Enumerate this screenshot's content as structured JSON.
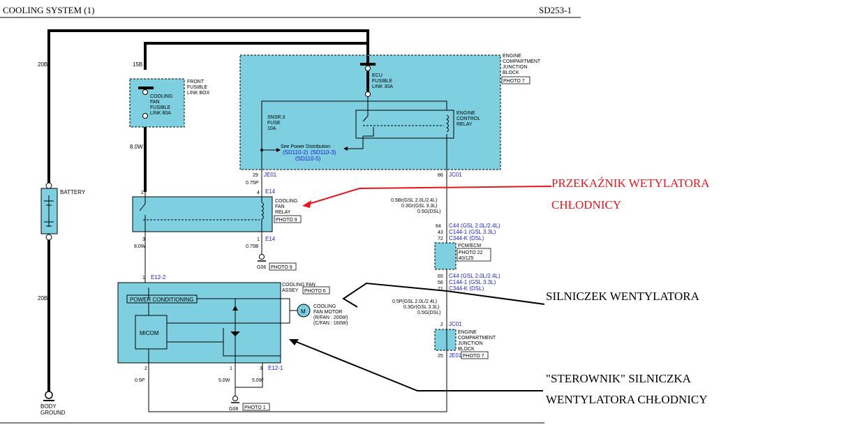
{
  "header": {
    "title": "COOLING SYSTEM (1)",
    "code": "SD253-1"
  },
  "battery": {
    "label": "BATTERY",
    "wire_top": "20B",
    "wire_bottom": "20B"
  },
  "body_ground": {
    "line1": "BODY",
    "line2": "GROUND"
  },
  "front_fusible": {
    "box_line1": "FRONT",
    "box_line2": "FUSIBLE",
    "box_line3": "LINK BOX",
    "fuse_line1": "COOLING",
    "fuse_line2": "FAN",
    "fuse_line3": "FUSIBLE",
    "fuse_line4": "LINK 60A",
    "wire_in": "15B",
    "wire_out": "8.0W"
  },
  "engine_block": {
    "line1": "ENGINE",
    "line2": "COMPARTMENT",
    "line3": "JUNCTION",
    "line4": "BLOCK",
    "photo": "PHOTO 7",
    "ecu_line1": "ECU",
    "ecu_line2": "FUSIBLE",
    "ecu_line3": "LINK 30A",
    "relay_line1": "ENGINE",
    "relay_line2": "CONTROL",
    "relay_line3": "RELAY",
    "snsr_line1": "SNSR.3",
    "snsr_line2": "FUSE",
    "snsr_line3": "10A",
    "see": "See Power Distribution",
    "ref1": "(SD110-2)",
    "ref2": "(SD110-3)",
    "ref3": "(SD110-5)",
    "pin_left": "29",
    "conn_left": "JE01",
    "wire_left": "0.75P",
    "pin_right": "86",
    "conn_right": "JC01"
  },
  "fan_relay": {
    "line1": "COOLING",
    "line2": "FAN",
    "line3": "RELAY",
    "photo": "PHOTO 9",
    "pin_tl": "2",
    "pin_tr": "4",
    "conn_top": "E14",
    "pin_bl": "3",
    "pin_br": "1",
    "conn_bottom": "E14",
    "wire_bl": "8.0W",
    "wire_br": "0.75B",
    "ground": "G06",
    "ground_photo": "PHOTO 9"
  },
  "right_wires": {
    "w1": "0.5Br(GSL 2.0L/2.4L)",
    "w2": "0.3Gr(GSL 3.3L)",
    "w3": "0.5G(DSL)",
    "p1": "64",
    "c1": "C44 (GSL 2.0L/2.4L)",
    "p2": "43",
    "c2": "C144-1 (GSL 3.3L)",
    "p3": "72",
    "c3": "C344-K (DSL)",
    "pcm": "PCM/ECM",
    "pcm_photo1": "PHOTO 22",
    "pcm_photo2": "40/125",
    "p4": "65",
    "c4": "C44 (GSL 2.0L/2.4L)",
    "p5": "56",
    "c5": "C144-1 (GSL 3.3L)",
    "p6": "71",
    "c6": "C344-K (DSL)",
    "w4": "0.5P(GSL 2.0L/2.4L)",
    "w5": "0.3Gr(GSL 3.3L)",
    "w6": "0.5G(DSL)",
    "pin_jc": "2",
    "conn_jc": "JC01",
    "ej_line1": "ENGINE",
    "ej_line2": "COMPARTMENT",
    "ej_line3": "JUNCTION",
    "ej_line4": "BLOCK",
    "pin_je": "25",
    "conn_je": "JE01",
    "ej_photo": "PHOTO 7"
  },
  "fan_assy": {
    "line1": "COOLING FAN",
    "line2": "ASSEY",
    "photo": "PHOTO 6",
    "pin_top": "1",
    "conn_top": "E12-2",
    "power_cond": "POWER CONDITIONING",
    "micom": "MICOM",
    "motor_symbol": "M",
    "motor_line1": "COOLING",
    "motor_line2": "FAN MOTOR",
    "motor_line3": "(R/FAN : 200W)",
    "motor_line4": "(C/FAN : 160W)",
    "pin_b1": "2",
    "pin_b2": "1",
    "pin_b3": "3",
    "conn_bottom": "E12-1",
    "wire_b1": "0.5P",
    "wire_b2": "5.0W",
    "wire_b3": "5.0W",
    "ground": "G08",
    "ground_photo": "PHOTO 1"
  },
  "annotations": {
    "relay_1": "PRZEKAŹNIK WETYLATORA",
    "relay_2": "CHŁODNICY",
    "motor": "SILNICZEK WENTYLATORA",
    "ctrl_1": "\"STEROWNIK\" SILNICZKA",
    "ctrl_2": "WENTYLATORA CHŁODNICY"
  },
  "colors": {
    "box_fill": "#7ecfe0",
    "annotation_red": "#e8141e",
    "wire": "#000000",
    "link_blue": "#1a1ad0"
  }
}
